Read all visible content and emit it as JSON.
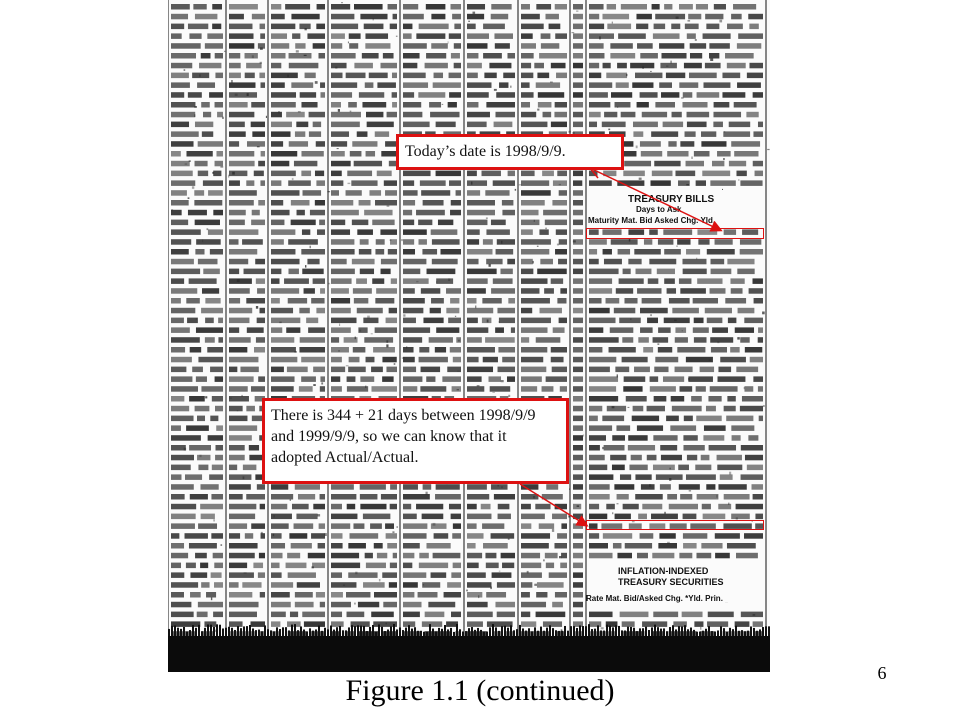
{
  "slide": {
    "caption": "Figure 1.1 (continued)",
    "page_number": "6"
  },
  "callouts": {
    "date_note": "Today’s date is 1998/9/9.",
    "days_note": "There is 344 + 21 days between 1998/9/9 and 1999/9/9, so we can know that it adopted Actual/Actual."
  },
  "scan_labels": {
    "treasury_bills_title": "TREASURY BILLS",
    "tbills_header_line1": "Days to Ask",
    "tbills_header_line2": "Maturity Mat. Bid Asked Chg. Yld.",
    "inflation_title": "INFLATION-INDEXED TREASURY SECURITIES",
    "inflation_header": "Rate Mat. Bid/Asked Chg. *Yld. Prin."
  },
  "colors": {
    "callout_border": "#dd1111",
    "scan_ink": "#111111",
    "bottom_bar": "#0b0b0b"
  }
}
